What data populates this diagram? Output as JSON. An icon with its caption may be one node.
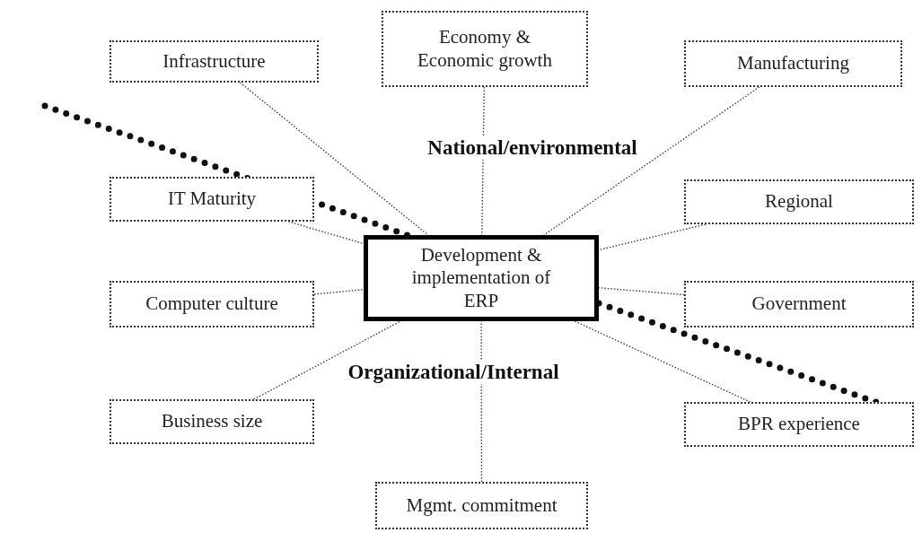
{
  "diagram": {
    "nodes": [
      {
        "text": [
          "Infrastructure"
        ]
      },
      {
        "text": [
          "Economy & Economic growth"
        ]
      },
      {
        "text": [
          "Manufacturing"
        ]
      },
      {
        "text": [
          "IT Maturity"
        ]
      },
      {
        "text": [
          "Regional"
        ]
      },
      {
        "text": [
          "Computer culture"
        ]
      },
      {
        "text": [
          "Development & implementation of ERP"
        ]
      },
      {
        "text": [
          "Government"
        ]
      },
      {
        "text": [
          "Business size"
        ]
      },
      {
        "text": [
          "BPR experience"
        ]
      },
      {
        "text": [
          "Mgmt. commitment"
        ]
      }
    ],
    "edges": [
      {
        "from": 0,
        "to": 6,
        "arrow": "none"
      },
      {
        "from": 1,
        "to": 6,
        "arrow": "none"
      },
      {
        "from": 2,
        "to": 6,
        "arrow": "none"
      },
      {
        "from": 3,
        "to": 6,
        "arrow": "none"
      },
      {
        "from": 4,
        "to": 6,
        "arrow": "none"
      },
      {
        "from": 5,
        "to": 6,
        "arrow": "none"
      },
      {
        "from": 7,
        "to": 6,
        "arrow": "none"
      },
      {
        "from": 8,
        "to": 6,
        "arrow": "none"
      },
      {
        "from": 9,
        "to": 6,
        "arrow": "none"
      },
      {
        "from": 10,
        "to": 6,
        "arrow": "none"
      }
    ],
    "labels": [
      "National/environmental",
      "Organizational/Internal"
    ]
  }
}
